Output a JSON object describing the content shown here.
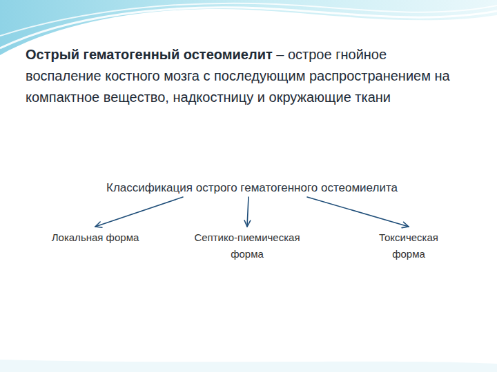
{
  "diagram": {
    "title": "Острый гематогенный остеомиелит",
    "nodes": [
      {
        "text": [
          "Классификация острого гематогенного остеомиелита"
        ]
      },
      {
        "text": [
          "Локальная форма"
        ]
      },
      {
        "text": [
          "Септико-пиемическая форма"
        ]
      },
      {
        "text": [
          "Токсическая форма"
        ]
      }
    ],
    "edges": [
      {
        "from": 0,
        "to": 1,
        "arrow": "to"
      },
      {
        "from": 0,
        "to": 2,
        "arrow": "to"
      },
      {
        "from": 0,
        "to": 3,
        "arrow": "to"
      }
    ],
    "labels": [
      "– острое гнойное воспаление костного мозга с последующим распространением на компактное вещество, надкостницу и окружающие ткани"
    ]
  }
}
